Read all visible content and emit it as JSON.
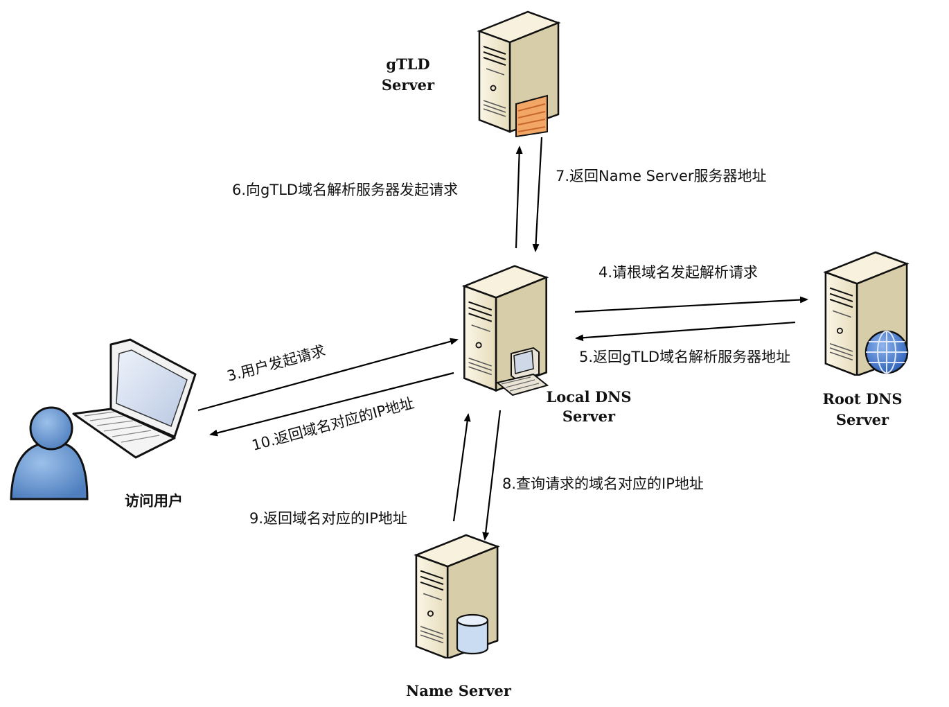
{
  "nodes": {
    "gtld": {
      "line1": "gTLD",
      "line2": "Server"
    },
    "local_dns": {
      "line1": "Local DNS",
      "line2": "Server"
    },
    "root_dns": {
      "line1": "Root DNS",
      "line2": "Server"
    },
    "name_server": {
      "label": "Name Server"
    },
    "user": {
      "label": "访问用户"
    }
  },
  "edges": {
    "e3": "3.用户发起请求",
    "e4": "4.请根域名发起解析请求",
    "e5": "5.返回gTLD域名解析服务器地址",
    "e6": "6.向gTLD域名解析服务器发起请求",
    "e7": "7.返回Name Server服务器地址",
    "e8": "8.查询请求的域名对应的IP地址",
    "e9": "9.返回域名对应的IP地址",
    "e10": "10.返回域名对应的IP地址"
  },
  "colors": {
    "server_body": "#efe7cf",
    "server_side": "#d9cfae",
    "firewall": "#f0a060",
    "globe": "#3f74c8",
    "database": "#c9dcf2",
    "user_figure": "#6d9bd4"
  }
}
